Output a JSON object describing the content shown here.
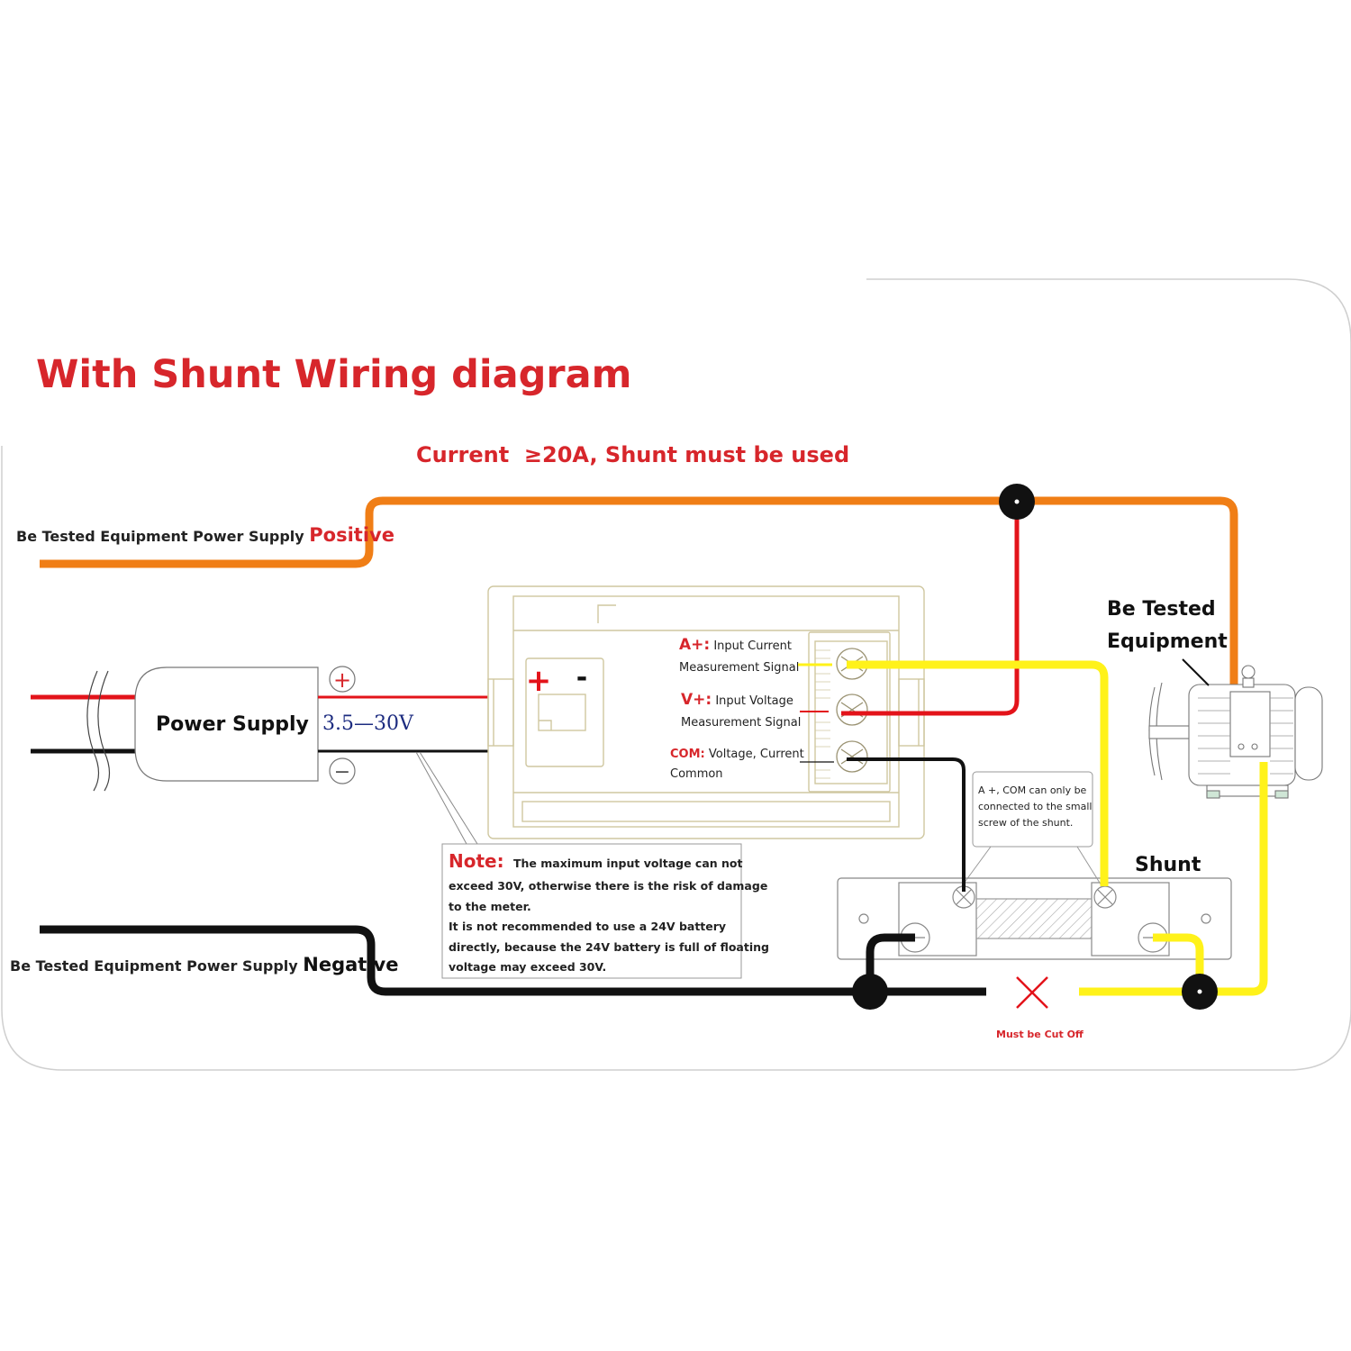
{
  "title": "With Shunt Wiring diagram",
  "subtitle": "Current  ≥20A, Shunt must be used",
  "colors": {
    "title_red": "#d7262b",
    "wire_orange": "#f07e16",
    "wire_red": "#e3131a",
    "wire_yellow": "#fff21a",
    "wire_black": "#111111",
    "meter_outline": "#cfc7a0"
  },
  "positive_label": {
    "prefix": "Be Tested Equipment Power Supply ",
    "emphasis": "Positive"
  },
  "negative_label": {
    "prefix": "Be Tested Equipment Power Supply ",
    "emphasis": "Negative"
  },
  "power_supply": {
    "label": "Power Supply",
    "voltage_range": "3.5—30V",
    "plus_symbol": "+",
    "minus_symbol": "−",
    "plus_icon": "circle-plus-icon",
    "minus_icon": "circle-minus-icon"
  },
  "meter": {
    "plus_mark": "+",
    "minus_mark": "-",
    "terminals": [
      {
        "key": "A+:",
        "line1": " Input Current",
        "line2": "Measurement Signal"
      },
      {
        "key": "V+:",
        "line1": " Input Voltage",
        "line2": "Measurement Signal"
      },
      {
        "key": "COM:",
        "line1": " Voltage, Current",
        "line2": "Common"
      }
    ]
  },
  "equipment": {
    "line1": "Be Tested",
    "line2": "Equipment",
    "icon": "motor-icon"
  },
  "shunt": {
    "label": "Shunt",
    "callout": [
      "A +, COM can only be",
      "connected to the small",
      "screw of the shunt."
    ]
  },
  "note": {
    "heading": "Note:",
    "lines": [
      "The maximum input voltage can not",
      "exceed 30V, otherwise there is the risk of damage",
      "to the meter.",
      "It is not recommended to use a 24V battery",
      "directly, because the 24V battery is full of floating",
      "voltage may exceed 30V."
    ]
  },
  "cut_off": {
    "symbol": "✕",
    "label": "Must be Cut Off"
  }
}
